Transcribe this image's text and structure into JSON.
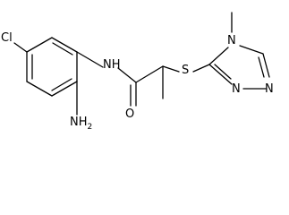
{
  "atoms": {
    "cl": "Cl",
    "nh": "NH",
    "nh2": "NH",
    "nh2_sub": "2",
    "o": "O",
    "s": "S",
    "n_methyl": "N",
    "n_ring_a": "N",
    "n_ring_b": "N"
  }
}
